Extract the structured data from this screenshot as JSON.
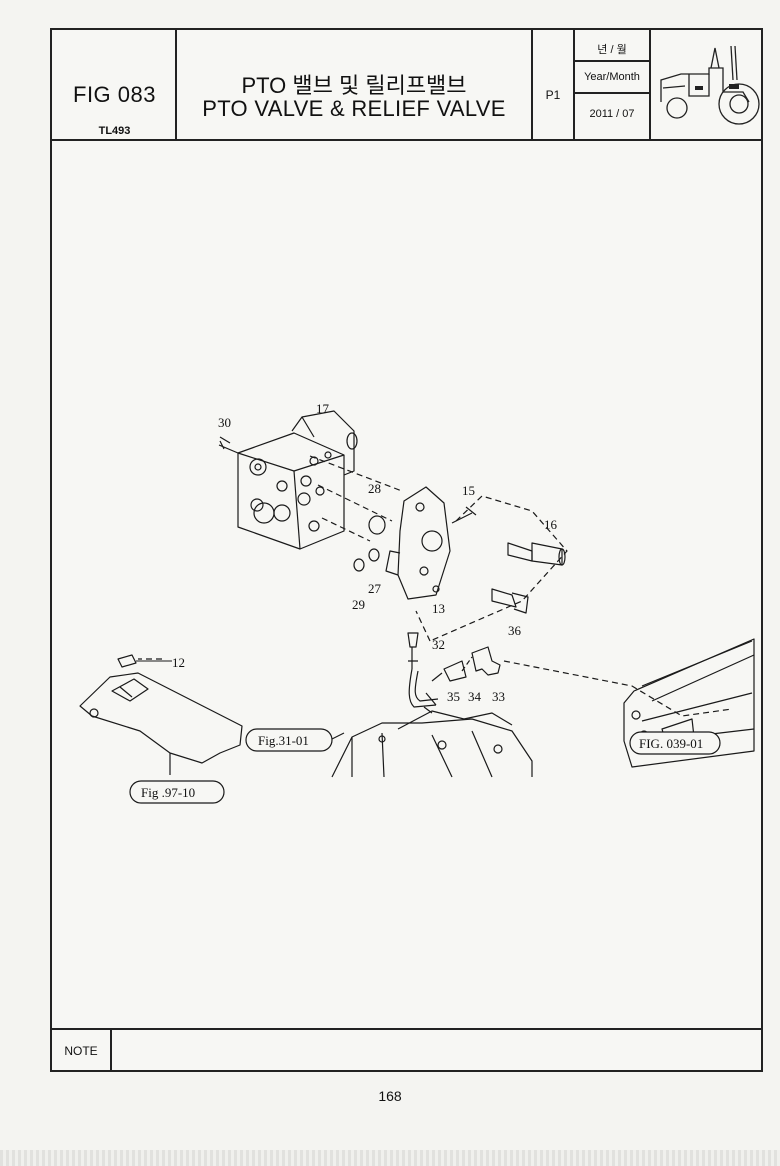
{
  "header": {
    "fig_number": "FIG 083",
    "model": "TL493",
    "title_ko": "PTO 밸브 및 릴리프밸브",
    "title_en": "PTO VALVE & RELIEF VALVE",
    "page_code": "P1",
    "date_label_ko": "년 / 월",
    "date_label_en": "Year/Month",
    "date_value": "2011 / 07"
  },
  "diagram": {
    "callouts": [
      "30",
      "17",
      "28",
      "15",
      "16",
      "27",
      "29",
      "13",
      "36",
      "32",
      "12",
      "35",
      "34",
      "33"
    ],
    "references": [
      "Fig.31-01",
      "FIG. 039-01",
      "Fig .97-10"
    ]
  },
  "footer": {
    "note_label": "NOTE",
    "note_text": "",
    "page_number": "168"
  }
}
